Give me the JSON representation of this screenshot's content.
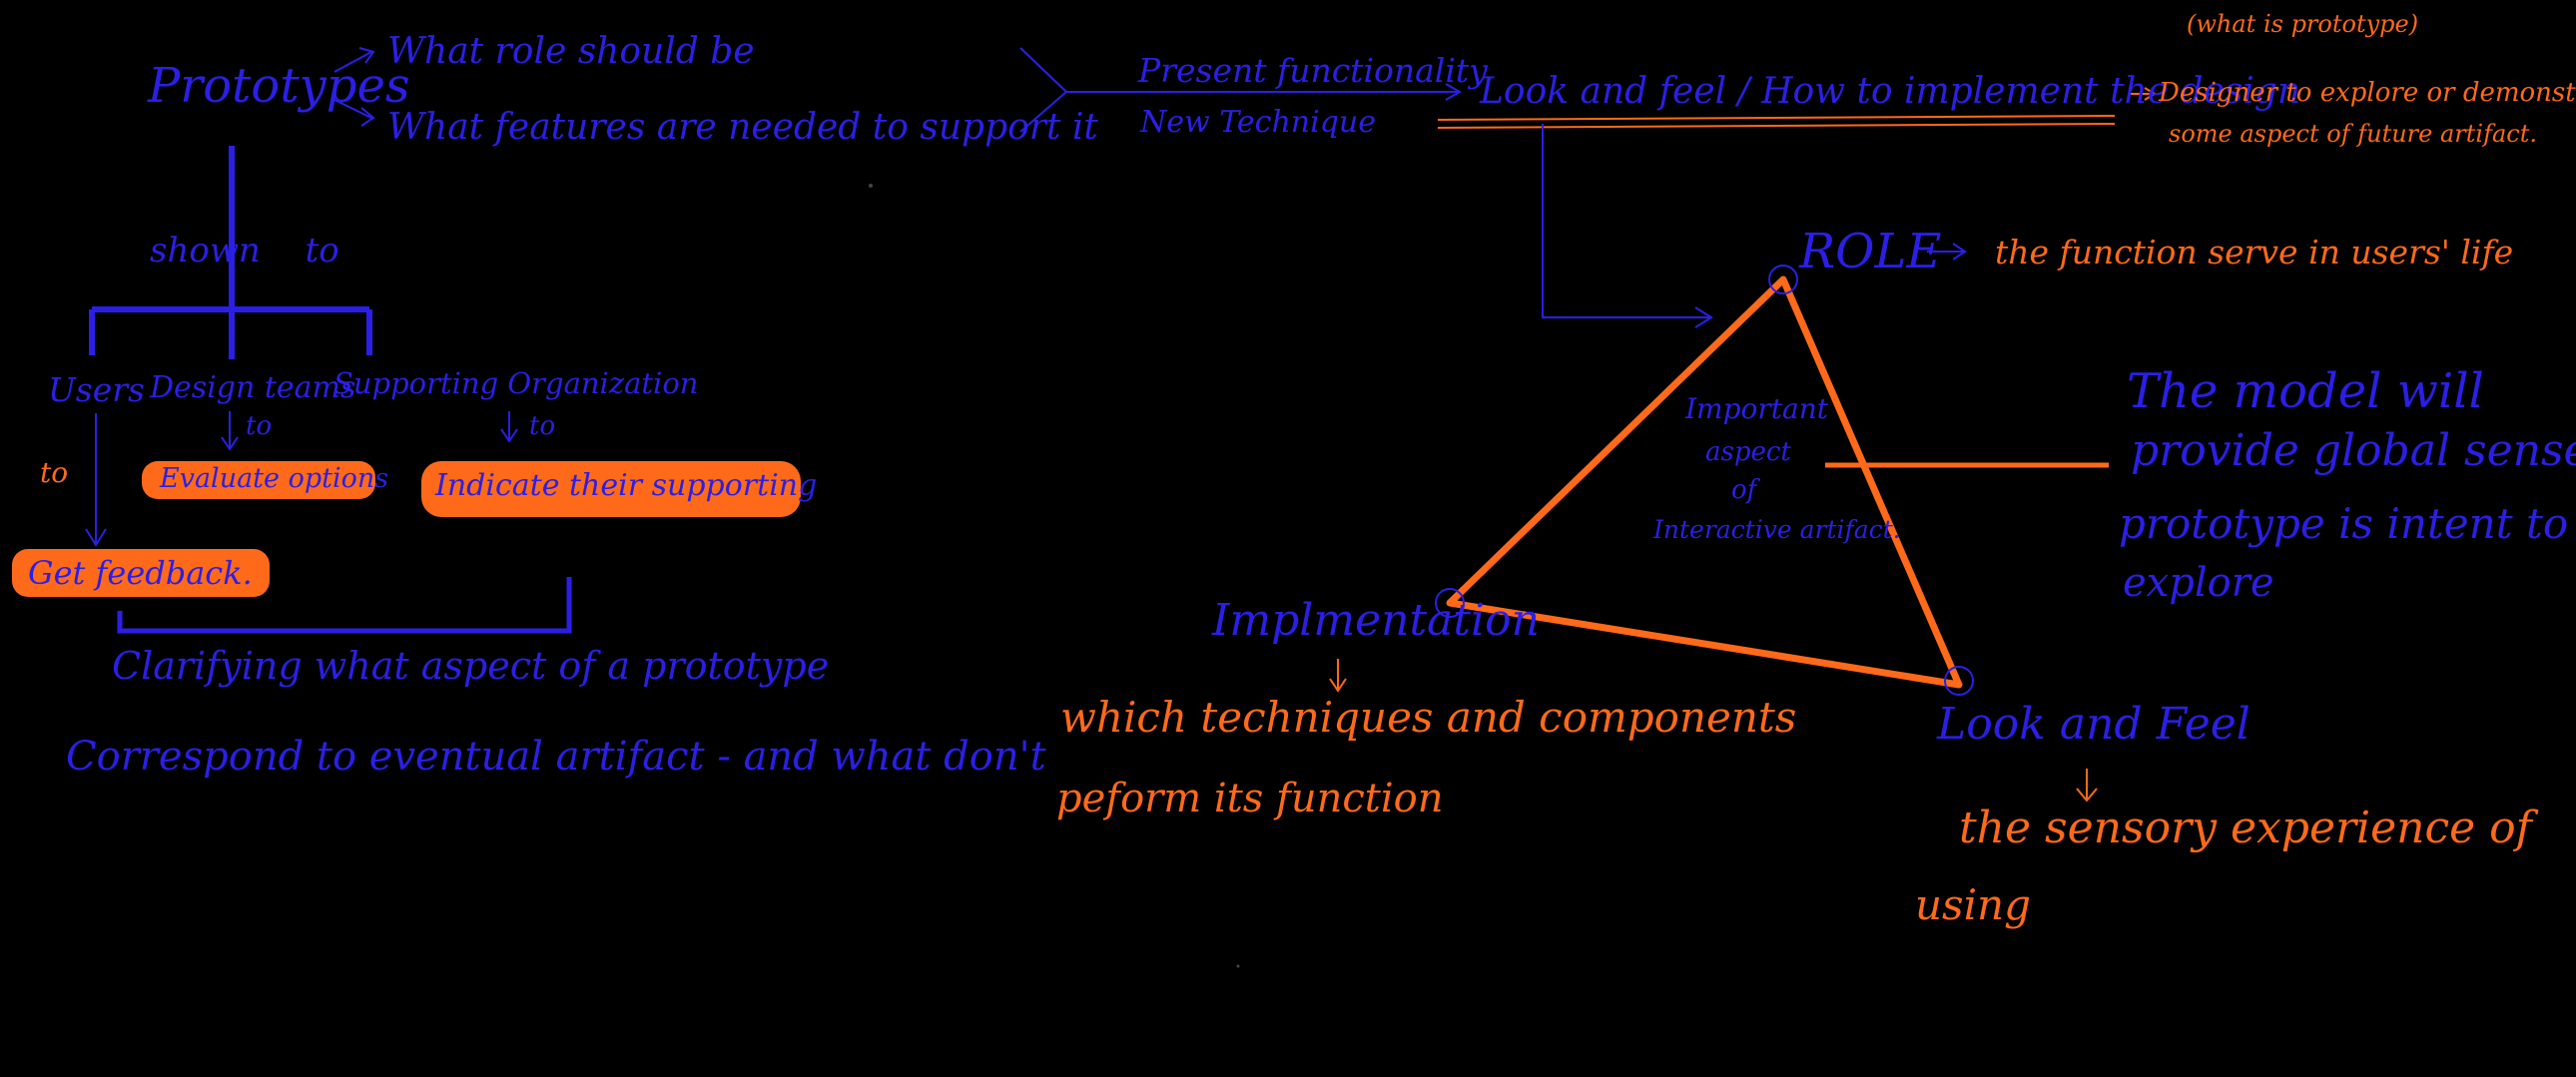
{
  "colors": {
    "background": "#000000",
    "ink_blue": "#2b1fe6",
    "ink_orange": "#ff6a1a"
  },
  "notes": {
    "prototypes": "Prototypes",
    "role_q": "What role should be",
    "features_q": "What features are needed to support it",
    "present_functionality": "Present functionality",
    "new_technique": "New Technique",
    "look_feel_how": "Look and feel / How to implement the design",
    "designer_explore_1": "Designer to explore or demonstrate",
    "designer_explore_2": "some aspect of future artifact.",
    "what_is_prototype": "(what is prototype)",
    "shown_to": "shown to",
    "users": "Users",
    "design_teams": "Design teams",
    "supporting_org": "Supporting Organization",
    "to_a": "to",
    "to_b": "to",
    "to_c": "to",
    "evaluate_options": "Evaluate options",
    "indicate_support": "Indicate their supporting",
    "get_feedback": "Get feedback.",
    "clarifying": "Clarifying what aspect of a prototype",
    "correspond": "Correspond to eventual artifact - and what don't",
    "role": "ROLE",
    "role_desc": "the function serve in users' life",
    "important_1": "Important",
    "important_2": "aspect",
    "important_3": "of",
    "important_4": "Interactive artifact.",
    "model_1": "The model will",
    "model_2": "provide global sense of",
    "model_3": "prototype is intent to",
    "model_4": "explore",
    "implementation": "Implmentation",
    "impl_desc_1": "which techniques and components",
    "impl_desc_2": "peform its function",
    "look_and_feel": "Look and Feel",
    "lf_desc_1": "the sensory experience of",
    "lf_desc_2": "using"
  }
}
